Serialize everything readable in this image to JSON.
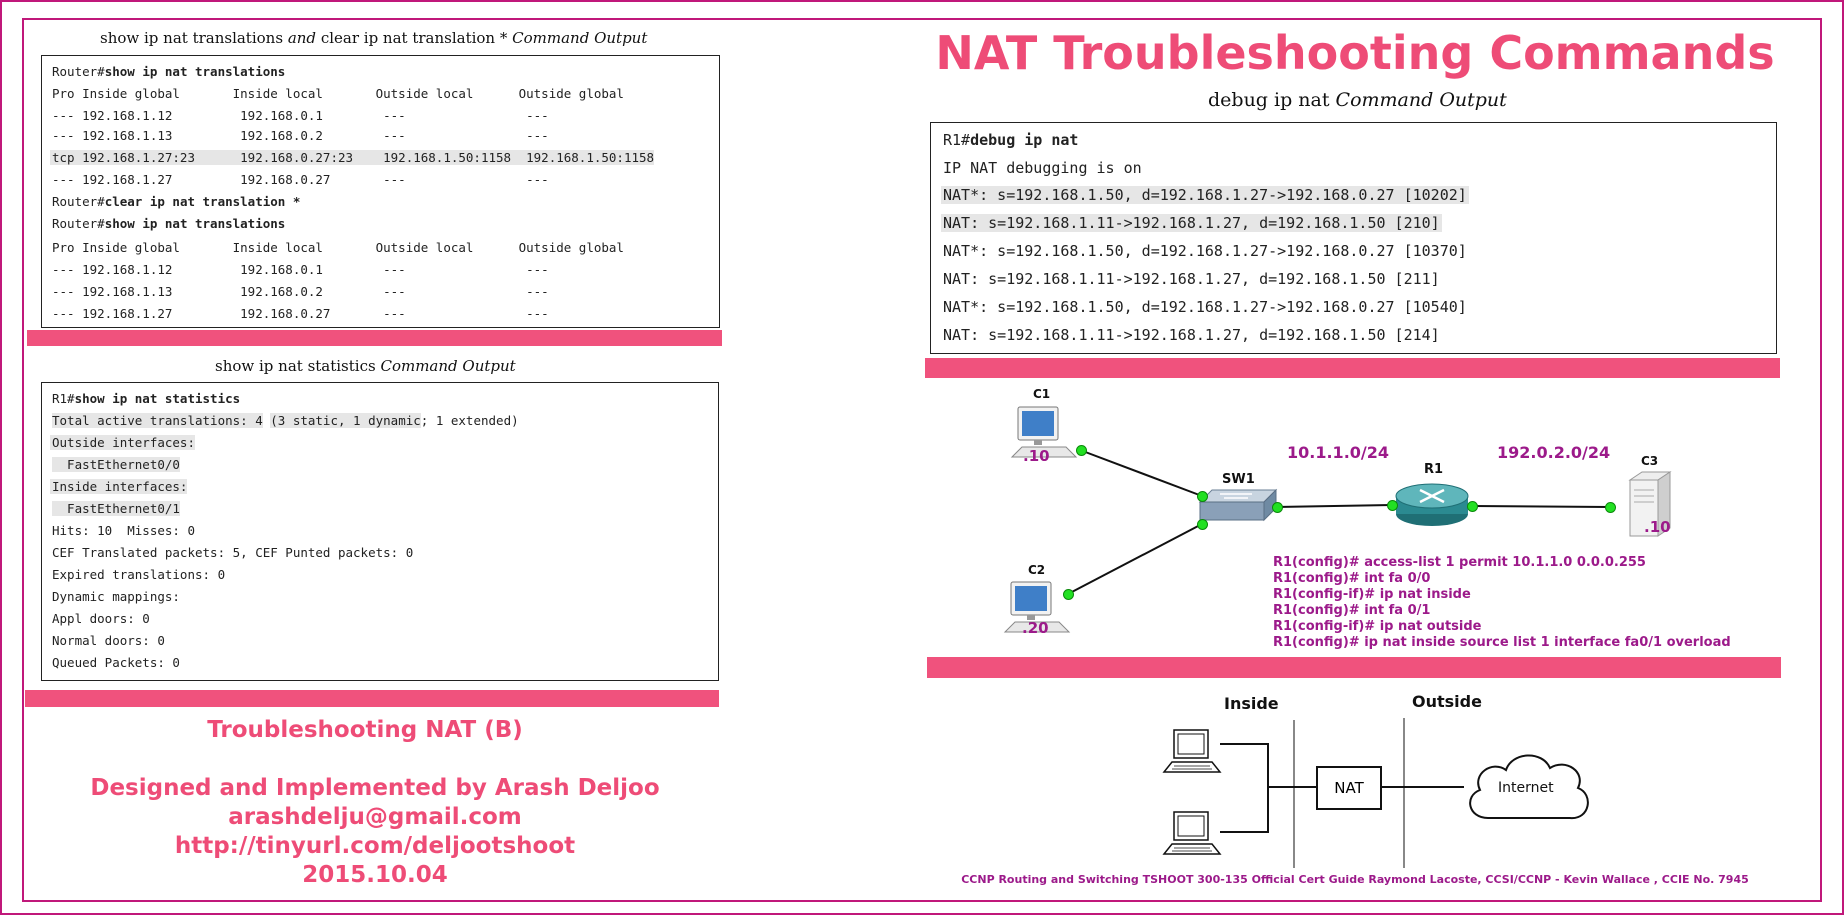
{
  "main_title": "NAT Troubleshooting Commands",
  "left_top": {
    "caption_a": "show ip nat translations",
    "caption_and": "and",
    "caption_b": "clear ip nat translation *",
    "caption_c": "Command Output",
    "prompt1": "Router#",
    "cmd1": "show ip nat translations",
    "header1": "Pro Inside global       Inside local       Outside local      Outside global",
    "rows1": [
      "--- 192.168.1.12         192.168.0.1        ---                ---",
      "--- 192.168.1.13         192.168.0.2        ---                ---",
      "tcp 192.168.1.27:23      192.168.0.27:23    192.168.1.50:1158  192.168.1.50:1158",
      "--- 192.168.1.27         192.168.0.27       ---                ---"
    ],
    "prompt2": "Router#",
    "cmd2": "clear ip nat translation *",
    "prompt3": "Router#",
    "cmd3": "show ip nat translations",
    "header2": "Pro Inside global       Inside local       Outside local      Outside global",
    "rows2": [
      "--- 192.168.1.12         192.168.0.1        ---                ---",
      "--- 192.168.1.13         192.168.0.2        ---                ---",
      "--- 192.168.1.27         192.168.0.27       ---                ---"
    ]
  },
  "left_mid": {
    "caption_a": "show ip nat statistics",
    "caption_c": "Command Output",
    "prompt": "R1#",
    "cmd": "show ip nat statistics",
    "total_a": "Total active translations: 4",
    "total_b": "(3 static, ",
    "total_c": "1 dynamic",
    "total_d": "; 1 extended)",
    "lines": [
      "Outside interfaces:",
      "  FastEthernet0/0",
      "Inside interfaces:",
      "  FastEthernet0/1",
      "Hits: 10  Misses: 0",
      "CEF Translated packets: 5, CEF Punted packets: 0",
      "Expired translations: 0",
      "Dynamic mappings:",
      "Appl doors: 0",
      "Normal doors: 0",
      "Queued Packets: 0"
    ]
  },
  "credits": {
    "subtitle": "Troubleshooting NAT (B)",
    "designed": "Designed and Implemented by Arash Deljoo",
    "email": "arashdelju@gmail.com",
    "url": "http://tinyurl.com/deljootshoot",
    "date": "2015.10.04"
  },
  "debug": {
    "caption_a": "debug ip nat",
    "caption_c": "Command Output",
    "prompt": "R1#",
    "cmd": "debug ip nat",
    "lines": [
      "IP NAT debugging is on",
      "NAT*: s=192.168.1.50, d=192.168.1.27->192.168.0.27 [10202]",
      "NAT: s=192.168.1.11->192.168.1.27, d=192.168.1.50 [210]",
      "NAT*: s=192.168.1.50, d=192.168.1.27->192.168.0.27 [10370]",
      "NAT: s=192.168.1.11->192.168.1.27, d=192.168.1.50 [211]",
      "NAT*: s=192.168.1.50, d=192.168.1.27->192.168.0.27 [10540]",
      "NAT: s=192.168.1.11->192.168.1.27, d=192.168.1.50 [214]"
    ]
  },
  "topology": {
    "c1": "C1",
    "c1_ip": ".10",
    "c2": "C2",
    "c2_ip": ".20",
    "c3": "C3",
    "c3_ip": ".10",
    "sw1": "SW1",
    "r1": "R1",
    "net_left": "10.1.1.0/24",
    "net_right": "192.0.2.0/24",
    "config": [
      "R1(config)# access-list 1 permit 10.1.1.0 0.0.0.255",
      "R1(config)# int fa 0/0",
      "R1(config-if)# ip nat inside",
      "R1(config)# int fa 0/1",
      "R1(config-if)# ip nat outside",
      "R1(config)# ip nat inside source list 1 interface fa0/1 overload"
    ]
  },
  "nat_diagram": {
    "inside": "Inside",
    "outside": "Outside",
    "nat": "NAT",
    "internet": "Internet"
  },
  "footer": "CCNP Routing and Switching TSHOOT 300-135 Official Cert Guide Raymond Lacoste, CCSI/CCNP - Kevin Wallace , CCIE No. 7945",
  "colors": {
    "accent": "#f0527d",
    "border": "#c0187a",
    "config": "#9c1a8a"
  }
}
